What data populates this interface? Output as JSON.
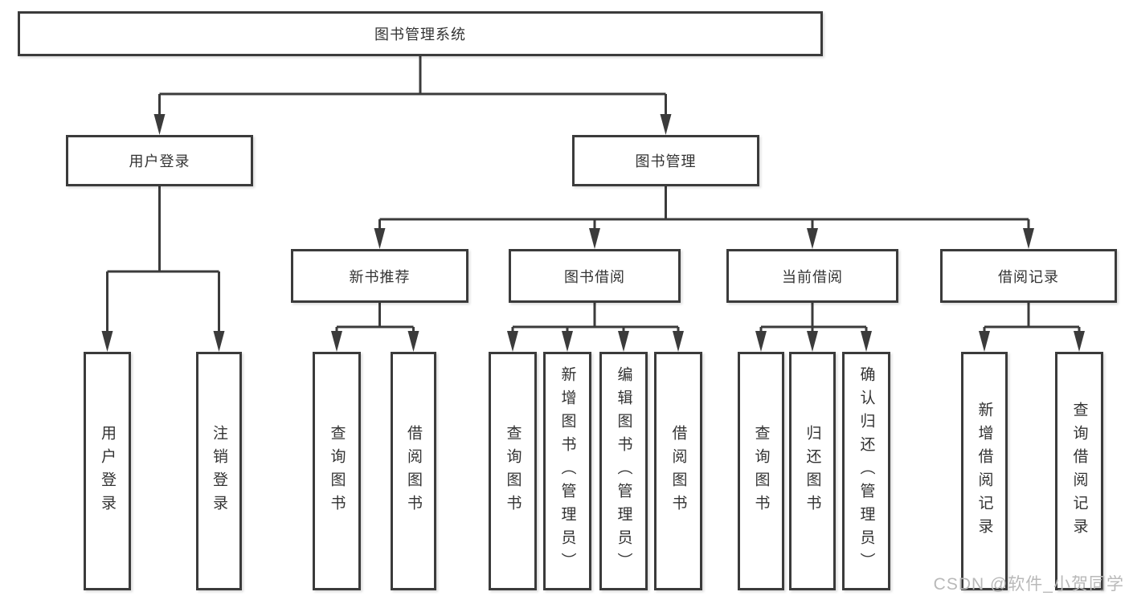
{
  "diagram": {
    "title": "图书管理系统",
    "tree": {
      "label": "图书管理系统",
      "children": [
        {
          "label": "用户登录",
          "children": [
            {
              "label": "用户登录"
            },
            {
              "label": "注销登录"
            }
          ]
        },
        {
          "label": "图书管理",
          "children": [
            {
              "label": "新书推荐",
              "children": [
                {
                  "label": "查询图书"
                },
                {
                  "label": "借阅图书"
                }
              ]
            },
            {
              "label": "图书借阅",
              "children": [
                {
                  "label": "查询图书"
                },
                {
                  "label": "新增图书（管理员）"
                },
                {
                  "label": "编辑图书（管理员）"
                },
                {
                  "label": "借阅图书"
                }
              ]
            },
            {
              "label": "当前借阅",
              "children": [
                {
                  "label": "查询图书"
                },
                {
                  "label": "归还图书"
                },
                {
                  "label": "确认归还（管理员）"
                }
              ]
            },
            {
              "label": "借阅记录",
              "children": [
                {
                  "label": "新增借阅记录"
                },
                {
                  "label": "查询借阅记录"
                }
              ]
            }
          ]
        }
      ]
    }
  },
  "watermark": {
    "text": "CSDN @软件_小贺同学",
    "color": "#b9b9b9"
  },
  "colors": {
    "line": "#3b3b3b",
    "text": "#333333",
    "background": "#ffffff"
  }
}
